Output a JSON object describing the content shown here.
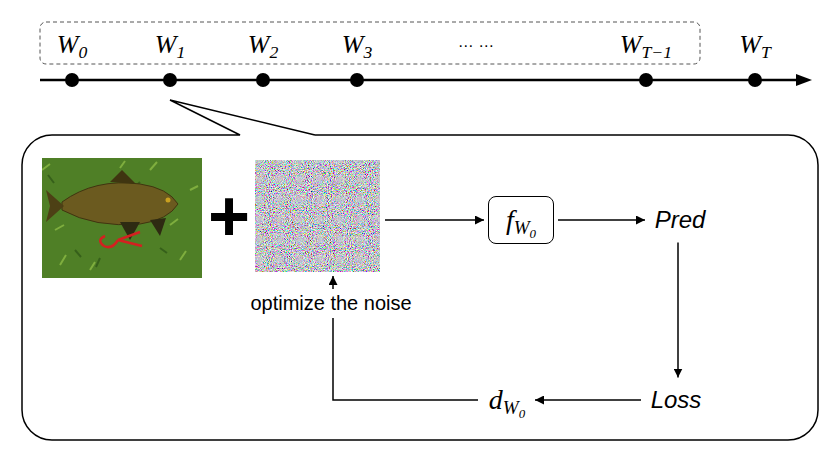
{
  "diagram": {
    "nodes": [
      {
        "text": [
          "fW0"
        ]
      },
      {
        "text": [
          "Pred"
        ]
      },
      {
        "text": [
          "Loss"
        ]
      },
      {
        "text": [
          "dW0"
        ]
      }
    ],
    "edges": [
      {
        "from": 0,
        "to": 1,
        "arrow": "to"
      },
      {
        "from": 1,
        "to": 2,
        "arrow": "to"
      },
      {
        "from": 2,
        "to": 3,
        "arrow": "to"
      }
    ],
    "labels": [
      "W0",
      "W1",
      "W2",
      "W3",
      "… …",
      "WT−1",
      "WT",
      "+",
      "optimize the noise"
    ]
  }
}
